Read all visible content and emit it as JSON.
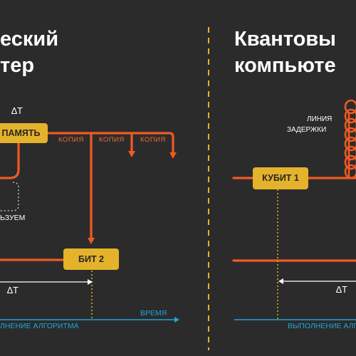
{
  "left_panel": {
    "title_line1": "еский",
    "title_line2": "тер",
    "delta_top": "∆T",
    "memory_box": "ПАМЯТЬ",
    "copy_labels": [
      "КОПИЯ",
      "КОПИЯ",
      "КОПИЯ"
    ],
    "use_label": "ЬЗУЕМ",
    "bit2_box": "БИТ 2",
    "delta_bottom": "∆T",
    "time_label": "ВРЕМЯ",
    "algo_label": "ЛНЕНИЕ АЛГОРИТМА"
  },
  "right_panel": {
    "title_line1": "Квантовы",
    "title_line2": "компьюте",
    "delay_line_label_1": "ЛИНИЯ",
    "delay_line_label_2": "ЗАДЕРЖКИ",
    "qubit_box": "КУБИТ 1",
    "delta_bottom": "∆T",
    "algo_label": "ВЫПОЛНЕНИЕ АЛГ"
  },
  "colors": {
    "background": "#2b2b2b",
    "signal_line": "#f05a22",
    "box_fill": "#e5b22b",
    "axis": "#1ea6d8",
    "divider": "#e5b22b",
    "text": "#ffffff"
  }
}
